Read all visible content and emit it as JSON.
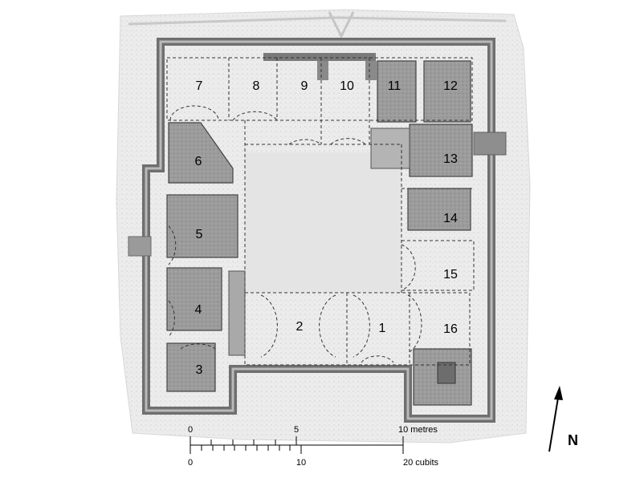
{
  "plan": {
    "rooms": [
      "1",
      "2",
      "3",
      "4",
      "5",
      "6",
      "7",
      "8",
      "9",
      "10",
      "11",
      "12",
      "13",
      "14",
      "15",
      "16"
    ]
  },
  "scale": {
    "metres": {
      "ticks": [
        "0",
        "5",
        "10 metres"
      ]
    },
    "cubits": {
      "ticks": [
        "0",
        "10",
        "20 cubits"
      ]
    }
  },
  "north": {
    "label": "N"
  },
  "colors": {
    "wall": "#8f8f8f",
    "wall_dark": "#5a5a5a",
    "room_fill": "#9a9a9a",
    "ground": "#f2f2f2",
    "dashed": "#333333"
  }
}
